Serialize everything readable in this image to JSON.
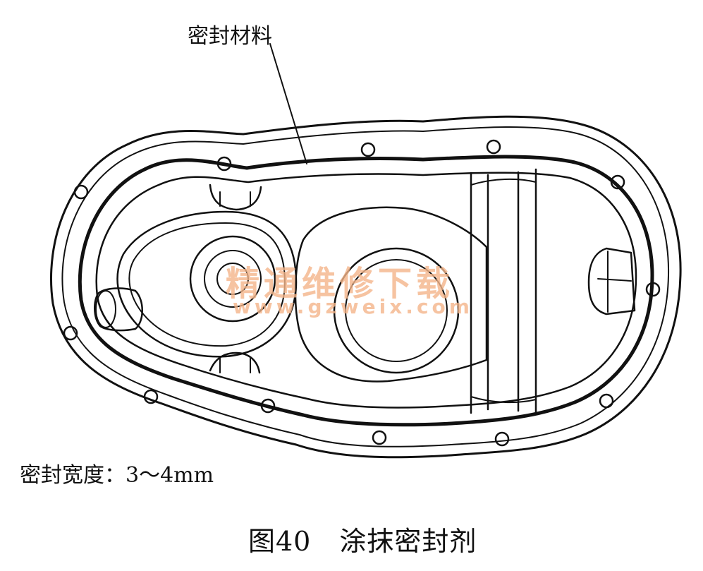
{
  "labels": {
    "seal_material": "密封材料",
    "seal_width": "密封宽度：3～4mm"
  },
  "caption": {
    "number": "图40",
    "title": "涂抹密封剂"
  },
  "watermark": {
    "text": "精通维修下载",
    "url": "www.gzweix.com",
    "color": "#f4b58a"
  }
}
